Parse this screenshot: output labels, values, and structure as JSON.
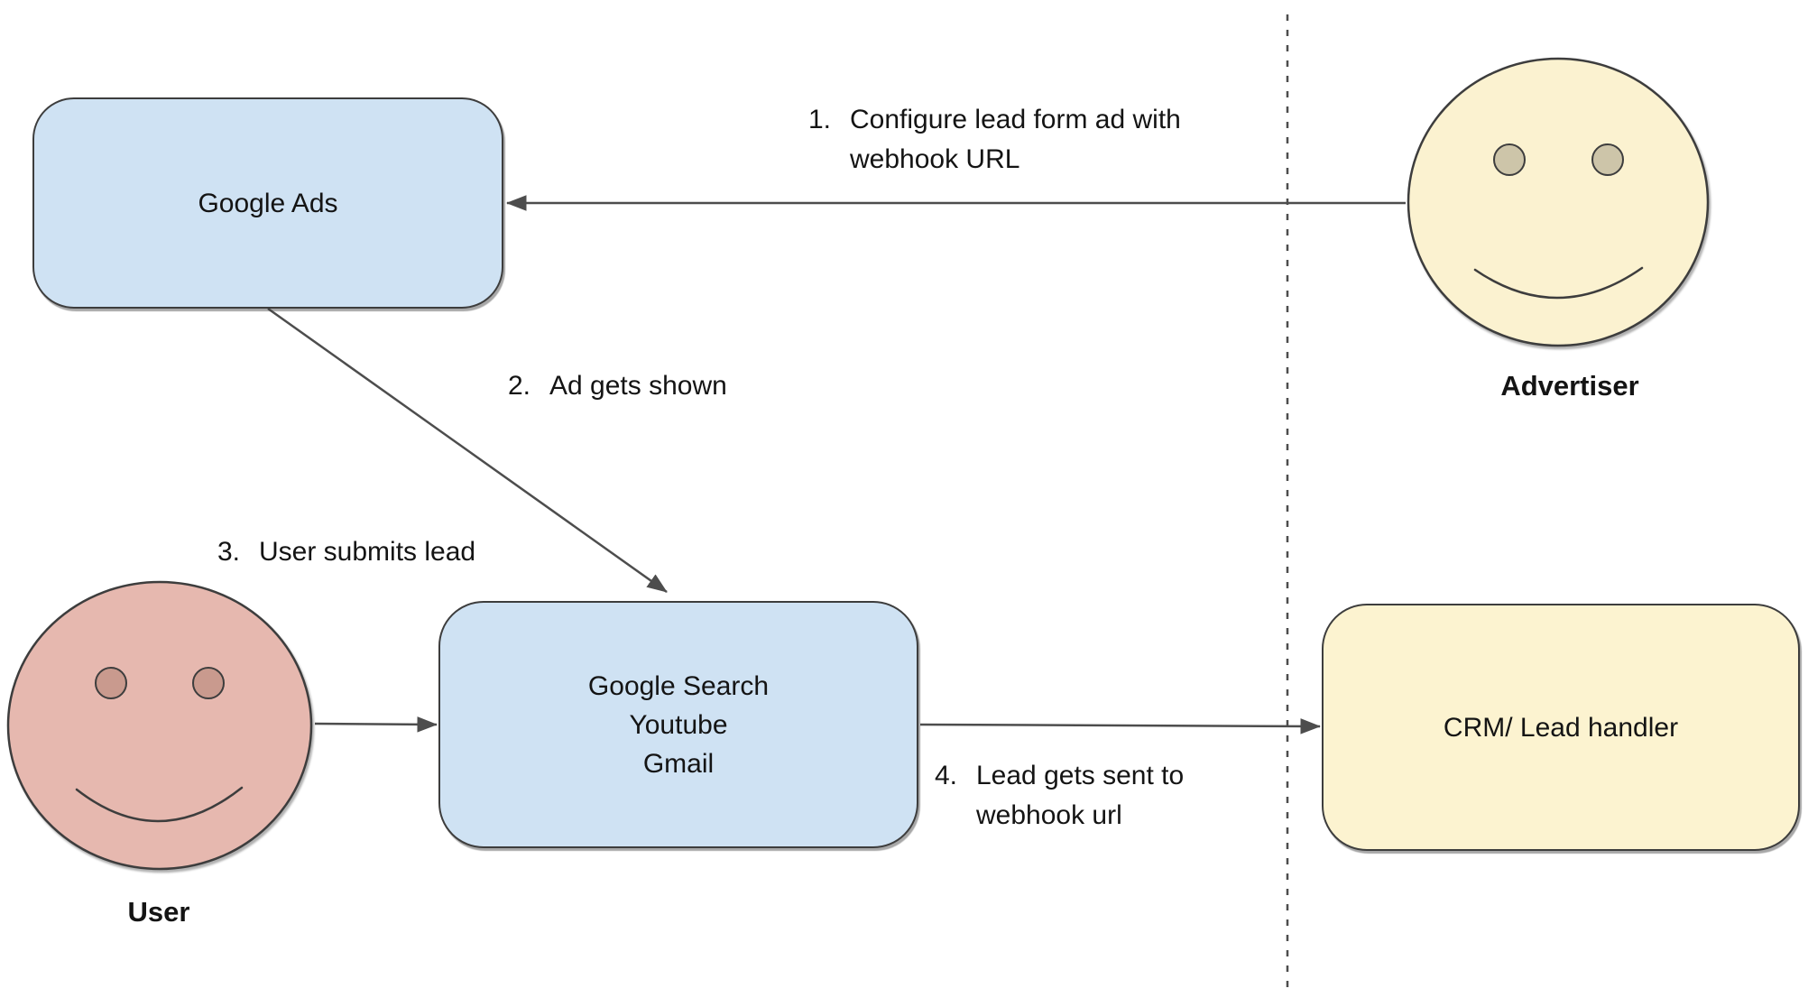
{
  "diagram": {
    "nodes": {
      "google_ads": {
        "label": "Google Ads"
      },
      "google_surfaces": {
        "lines": [
          "Google Search",
          "Youtube",
          "Gmail"
        ]
      },
      "crm": {
        "label": "CRM/ Lead handler"
      }
    },
    "actors": {
      "user": {
        "label": "User"
      },
      "advertiser": {
        "label": "Advertiser"
      }
    },
    "annotations": {
      "step1": {
        "number": "1.",
        "line1": "Configure lead form ad with",
        "line2": "webhook URL"
      },
      "step2": {
        "number": "2.",
        "line1": "Ad gets shown"
      },
      "step3": {
        "number": "3.",
        "line1": "User submits lead"
      },
      "step4": {
        "number": "4.",
        "line1": "Lead gets sent to",
        "line2": "webhook url"
      }
    },
    "colors": {
      "node_blue": "#cfe2f3",
      "node_yellow": "#fcf3d0",
      "face_yellow": "#fbf2d0",
      "face_pink": "#e6b8af",
      "eye_pink": "#c99a8e",
      "eye_tan": "#cdc5a9",
      "stroke_dark": "#3d3d3d",
      "arrow_gray": "#4d4d4d",
      "text_dark": "#141414"
    }
  }
}
